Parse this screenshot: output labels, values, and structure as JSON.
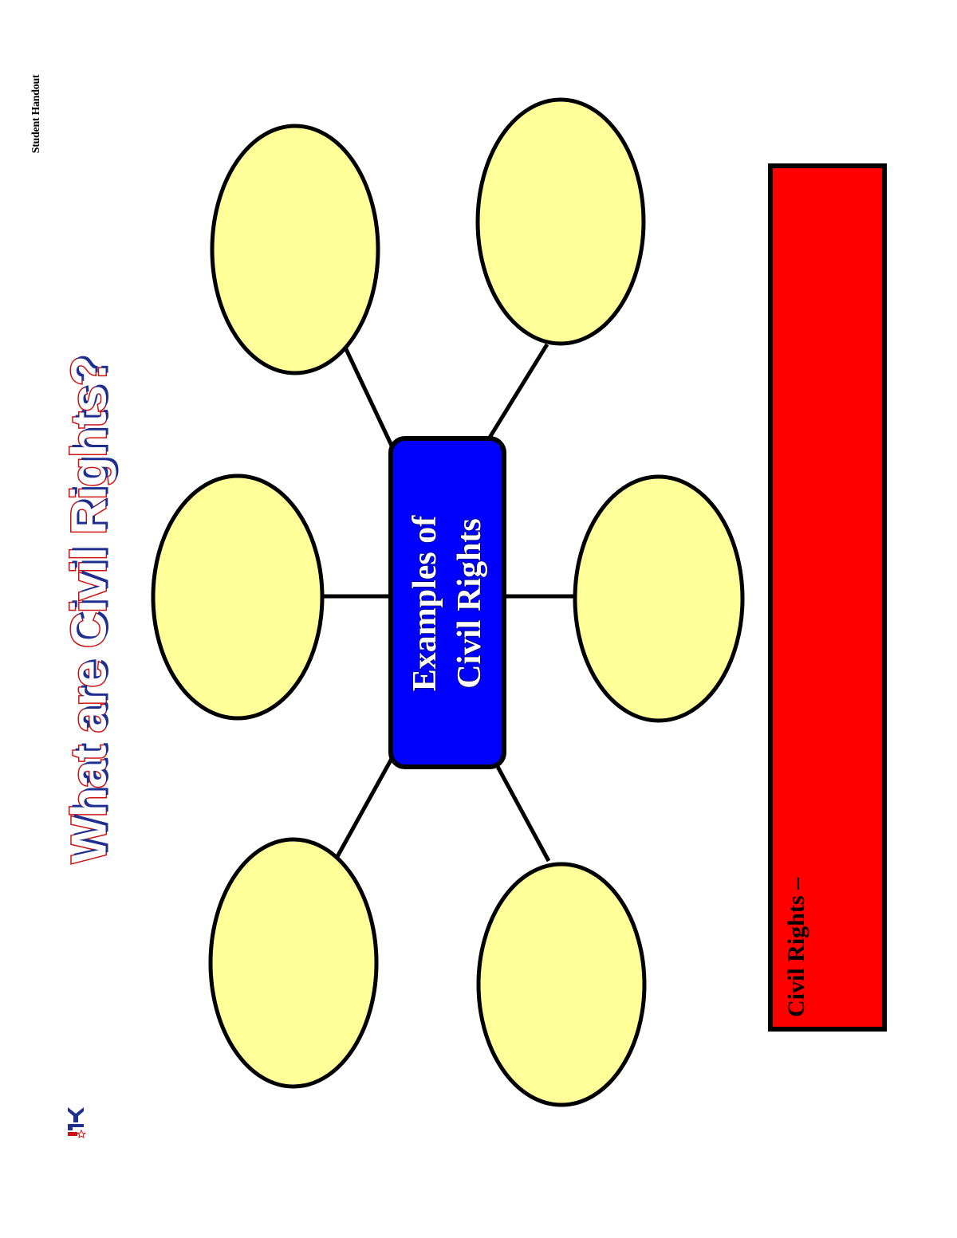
{
  "header": {
    "handout_label": "Student Handout",
    "title_words": [
      "What",
      "are",
      "Civil",
      "Rights?"
    ]
  },
  "logo": {
    "text": "YLI",
    "icon": "star-icon",
    "colors": [
      "#1e2f8f",
      "#cc1111"
    ]
  },
  "diagram": {
    "center_lines": [
      "Examples of",
      "Civil Rights"
    ],
    "bubble_count": 6
  },
  "definition": {
    "label": "Civil Rights –"
  },
  "colors": {
    "bubble_fill": "#ffff99",
    "center_fill": "#0000ff",
    "definition_fill": "#ff0000",
    "title_outline": "#cc1111",
    "title_shadow": "#1e2f8f"
  }
}
